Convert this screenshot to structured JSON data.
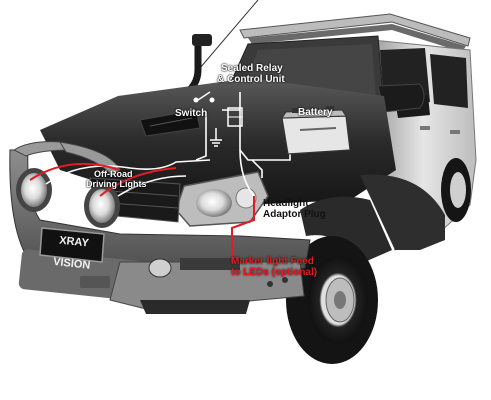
{
  "diagram": {
    "labels": {
      "relay": [
        "Sealed Relay",
        "& Control Unit"
      ],
      "switch": "Switch",
      "battery": "Battery",
      "offroad": [
        "Off-Road",
        "Driving Lights"
      ],
      "headlight_plug": [
        "Headlight",
        "Adaptor Plug"
      ],
      "marker_feed": [
        "Marker light Feed",
        "to LEDs (optional)"
      ]
    },
    "plate_text": "XRAY VISION"
  },
  "colors": {
    "vehicle_body": "#2b2b2b",
    "vehicle_side": "#cfcfcf",
    "wire_red": "#e31b23",
    "wire_white": "#ffffff"
  }
}
